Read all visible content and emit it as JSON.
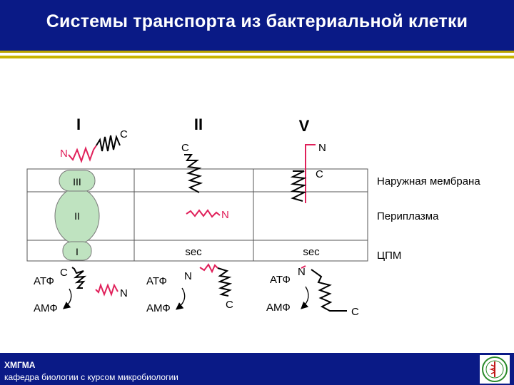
{
  "header": {
    "title": "Системы транспорта из бактериальной клетки"
  },
  "footer": {
    "org": "ХМГМА",
    "department": "кафедра биологии с курсом микробиологии"
  },
  "diagram": {
    "system_labels": [
      "I",
      "II",
      "V"
    ],
    "channel_labels": [
      "III",
      "II",
      "I"
    ],
    "layer_labels": [
      "Наружная мембрана",
      "Периплазма",
      "ЦПМ"
    ],
    "terminus": {
      "n": "N",
      "c": "C"
    },
    "sec": "sec",
    "atp": "АТФ",
    "amp": "АМФ"
  },
  "colors": {
    "title_bar": "#0a1a86",
    "accent_rule": "#c8b400",
    "protein_red": "#e0205a",
    "channel_fill": "#bfe3c0"
  },
  "icons": {
    "logo": "medical-emblem-icon"
  }
}
